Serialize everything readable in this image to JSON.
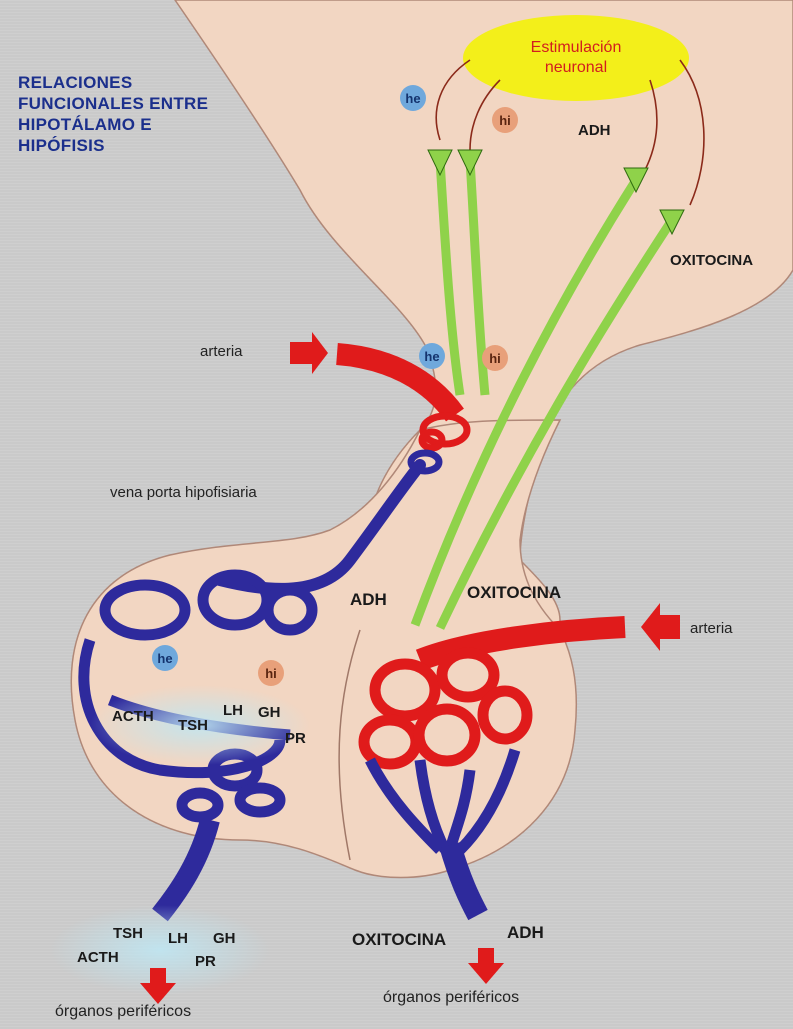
{
  "title": {
    "line1": "RELACIONES",
    "line2": "FUNCIONALES ENTRE",
    "line3": "HIPOTÁLAMO E",
    "line4": "HIPÓFISIS"
  },
  "stimulus": {
    "line1": "Estimulación",
    "line2": "neuronal"
  },
  "badges": {
    "he": "he",
    "hi": "hi"
  },
  "hypothalamus_labels": {
    "adh": "ADH",
    "oxitocina": "OXITOCINA"
  },
  "vessel_labels": {
    "arteria_top": "arteria",
    "arteria_right": "arteria",
    "vena_porta": "vena porta hipofisiaria"
  },
  "posterior_labels": {
    "adh": "ADH",
    "oxitocina": "OXITOCINA"
  },
  "anterior_hormones": {
    "acth": "ACTH",
    "tsh": "TSH",
    "lh": "LH",
    "gh": "GH",
    "pr": "PR"
  },
  "output_left": {
    "tsh": "TSH",
    "lh": "LH",
    "gh": "GH",
    "acth": "ACTH",
    "pr": "PR",
    "destination": "órganos periféricos"
  },
  "output_right": {
    "oxitocina": "OXITOCINA",
    "adh": "ADH",
    "destination": "órganos periféricos"
  },
  "colors": {
    "background": "#cfcfcf",
    "tissue": "#f2d6c2",
    "artery": "#e01b1b",
    "vein": "#2e2a9c",
    "axon": "#8fd24a",
    "stimulus": "#f3ef1a",
    "title": "#1b2f8c"
  }
}
